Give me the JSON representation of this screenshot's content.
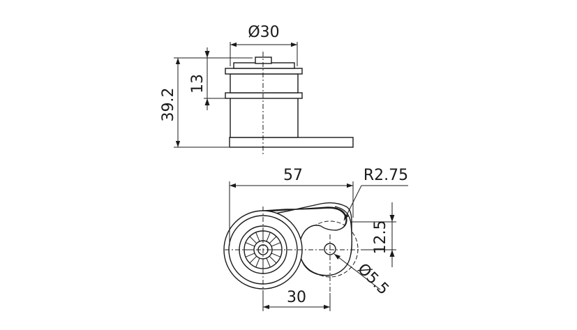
{
  "dimensions": {
    "side_view": {
      "diameter": "Ø30",
      "height_top": "13",
      "height_total": "39.2"
    },
    "top_view": {
      "width": "57",
      "radius": "R2.75",
      "offset": "12.5",
      "hole_diameter": "Ø5.5",
      "center_distance": "30"
    }
  }
}
